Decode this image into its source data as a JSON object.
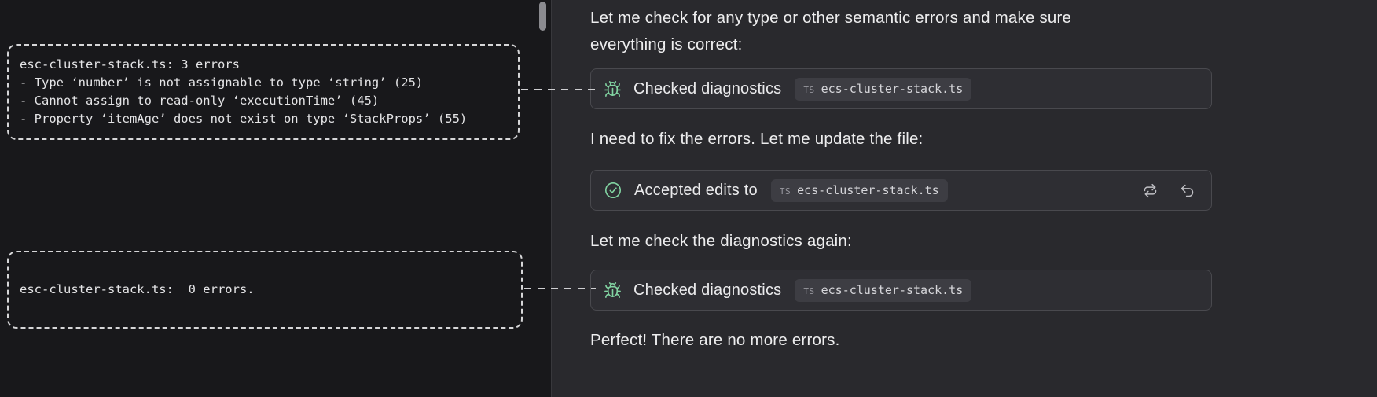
{
  "terminal": {
    "error_box": {
      "line1": "esc-cluster-stack.ts: 3 errors",
      "line2": "- Type ‘number’ is not assignable to type ‘string’ (25)",
      "line3": "- Cannot assign to read-only ‘executionTime’ (45)",
      "line4": "- Property ‘itemAge’ does not exist on type ‘StackProps’ (55)"
    },
    "success_box": {
      "line1": "esc-cluster-stack.ts:  0 errors."
    }
  },
  "assistant": {
    "messages": {
      "m1": "Let me check for any type or other semantic errors and make sure everything is correct:",
      "m2": "I need to fix the errors. Let me update the file:",
      "m3": "Let me check the diagnostics again:",
      "m4": "Perfect! There are no more errors."
    },
    "cards": {
      "diagnostics1": {
        "label": "Checked diagnostics",
        "file": {
          "lang": "TS",
          "name": "ecs-cluster-stack.ts"
        }
      },
      "edits": {
        "label": "Accepted edits to",
        "file": {
          "lang": "TS",
          "name": "ecs-cluster-stack.ts"
        }
      },
      "diagnostics2": {
        "label": "Checked diagnostics",
        "file": {
          "lang": "TS",
          "name": "ecs-cluster-stack.ts"
        }
      }
    }
  },
  "colors": {
    "accent_green": "#82d4a2",
    "left_bg": "#18181b",
    "right_bg": "#29292d",
    "card_bg": "#2e2e33",
    "card_border": "#49494e",
    "pill_bg": "#3d3d43"
  }
}
